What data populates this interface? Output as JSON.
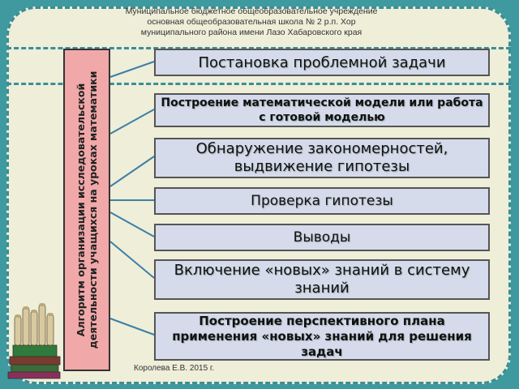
{
  "header": {
    "line1": "Муниципальное бюджетное общеобразовательное учреждение",
    "line2": "основная общеобразовательная школа № 2  р.п. Хор",
    "line3": "муниципального района имени Лазо  Хабаровского края"
  },
  "vertical_label": "Алгоритм организации исследовательской деятельности учащихся на уроках математики",
  "steps": [
    "Постановка проблемной задачи",
    "Построение математической модели или работа с готовой моделью",
    "Обнаружение закономерностей, выдвижение гипотезы",
    "Проверка гипотезы",
    "Выводы",
    "Включение «новых» знаний в систему знаний",
    "Построение перспективного плана применения «новых» знаний для решения задач"
  ],
  "footer": "Королева Е.В.  2015 г.",
  "colors": {
    "background": "#3f9aa0",
    "panel": "#eeeed9",
    "vertical_box": "#f1a8a8",
    "step_box": "#d5dbeb",
    "connector": "#3d7fa6"
  }
}
